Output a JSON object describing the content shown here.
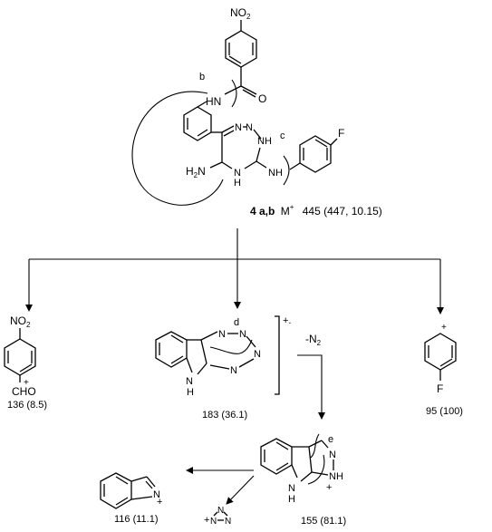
{
  "atoms": {
    "no2": "NO",
    "no2_sub": "2",
    "o": "O",
    "hn": "HN",
    "n": "N",
    "nh": "NH",
    "h": "H",
    "h2n": "H",
    "h2n_sub": "2",
    "h2n_n": "N",
    "f": "F",
    "cho": "CHO",
    "plus": "+",
    "minus": "-"
  },
  "fragment_labels": {
    "b": "b",
    "c": "c",
    "d": "d",
    "e": "e"
  },
  "molecular_ion": {
    "compound": "4 a,b",
    "ion": "M",
    "ion_charge": "+",
    "mz": "445 (447, 10.15)"
  },
  "loss": {
    "prefix": "-N",
    "subscript": "2"
  },
  "fragments": [
    {
      "mz": "136 (8.5)"
    },
    {
      "mz": "183 (36.1)"
    },
    {
      "mz": "95 (100)"
    },
    {
      "mz": "155 (81.1)"
    },
    {
      "mz": "116 (11.1)"
    }
  ],
  "radical_cation_mark": "+."
}
